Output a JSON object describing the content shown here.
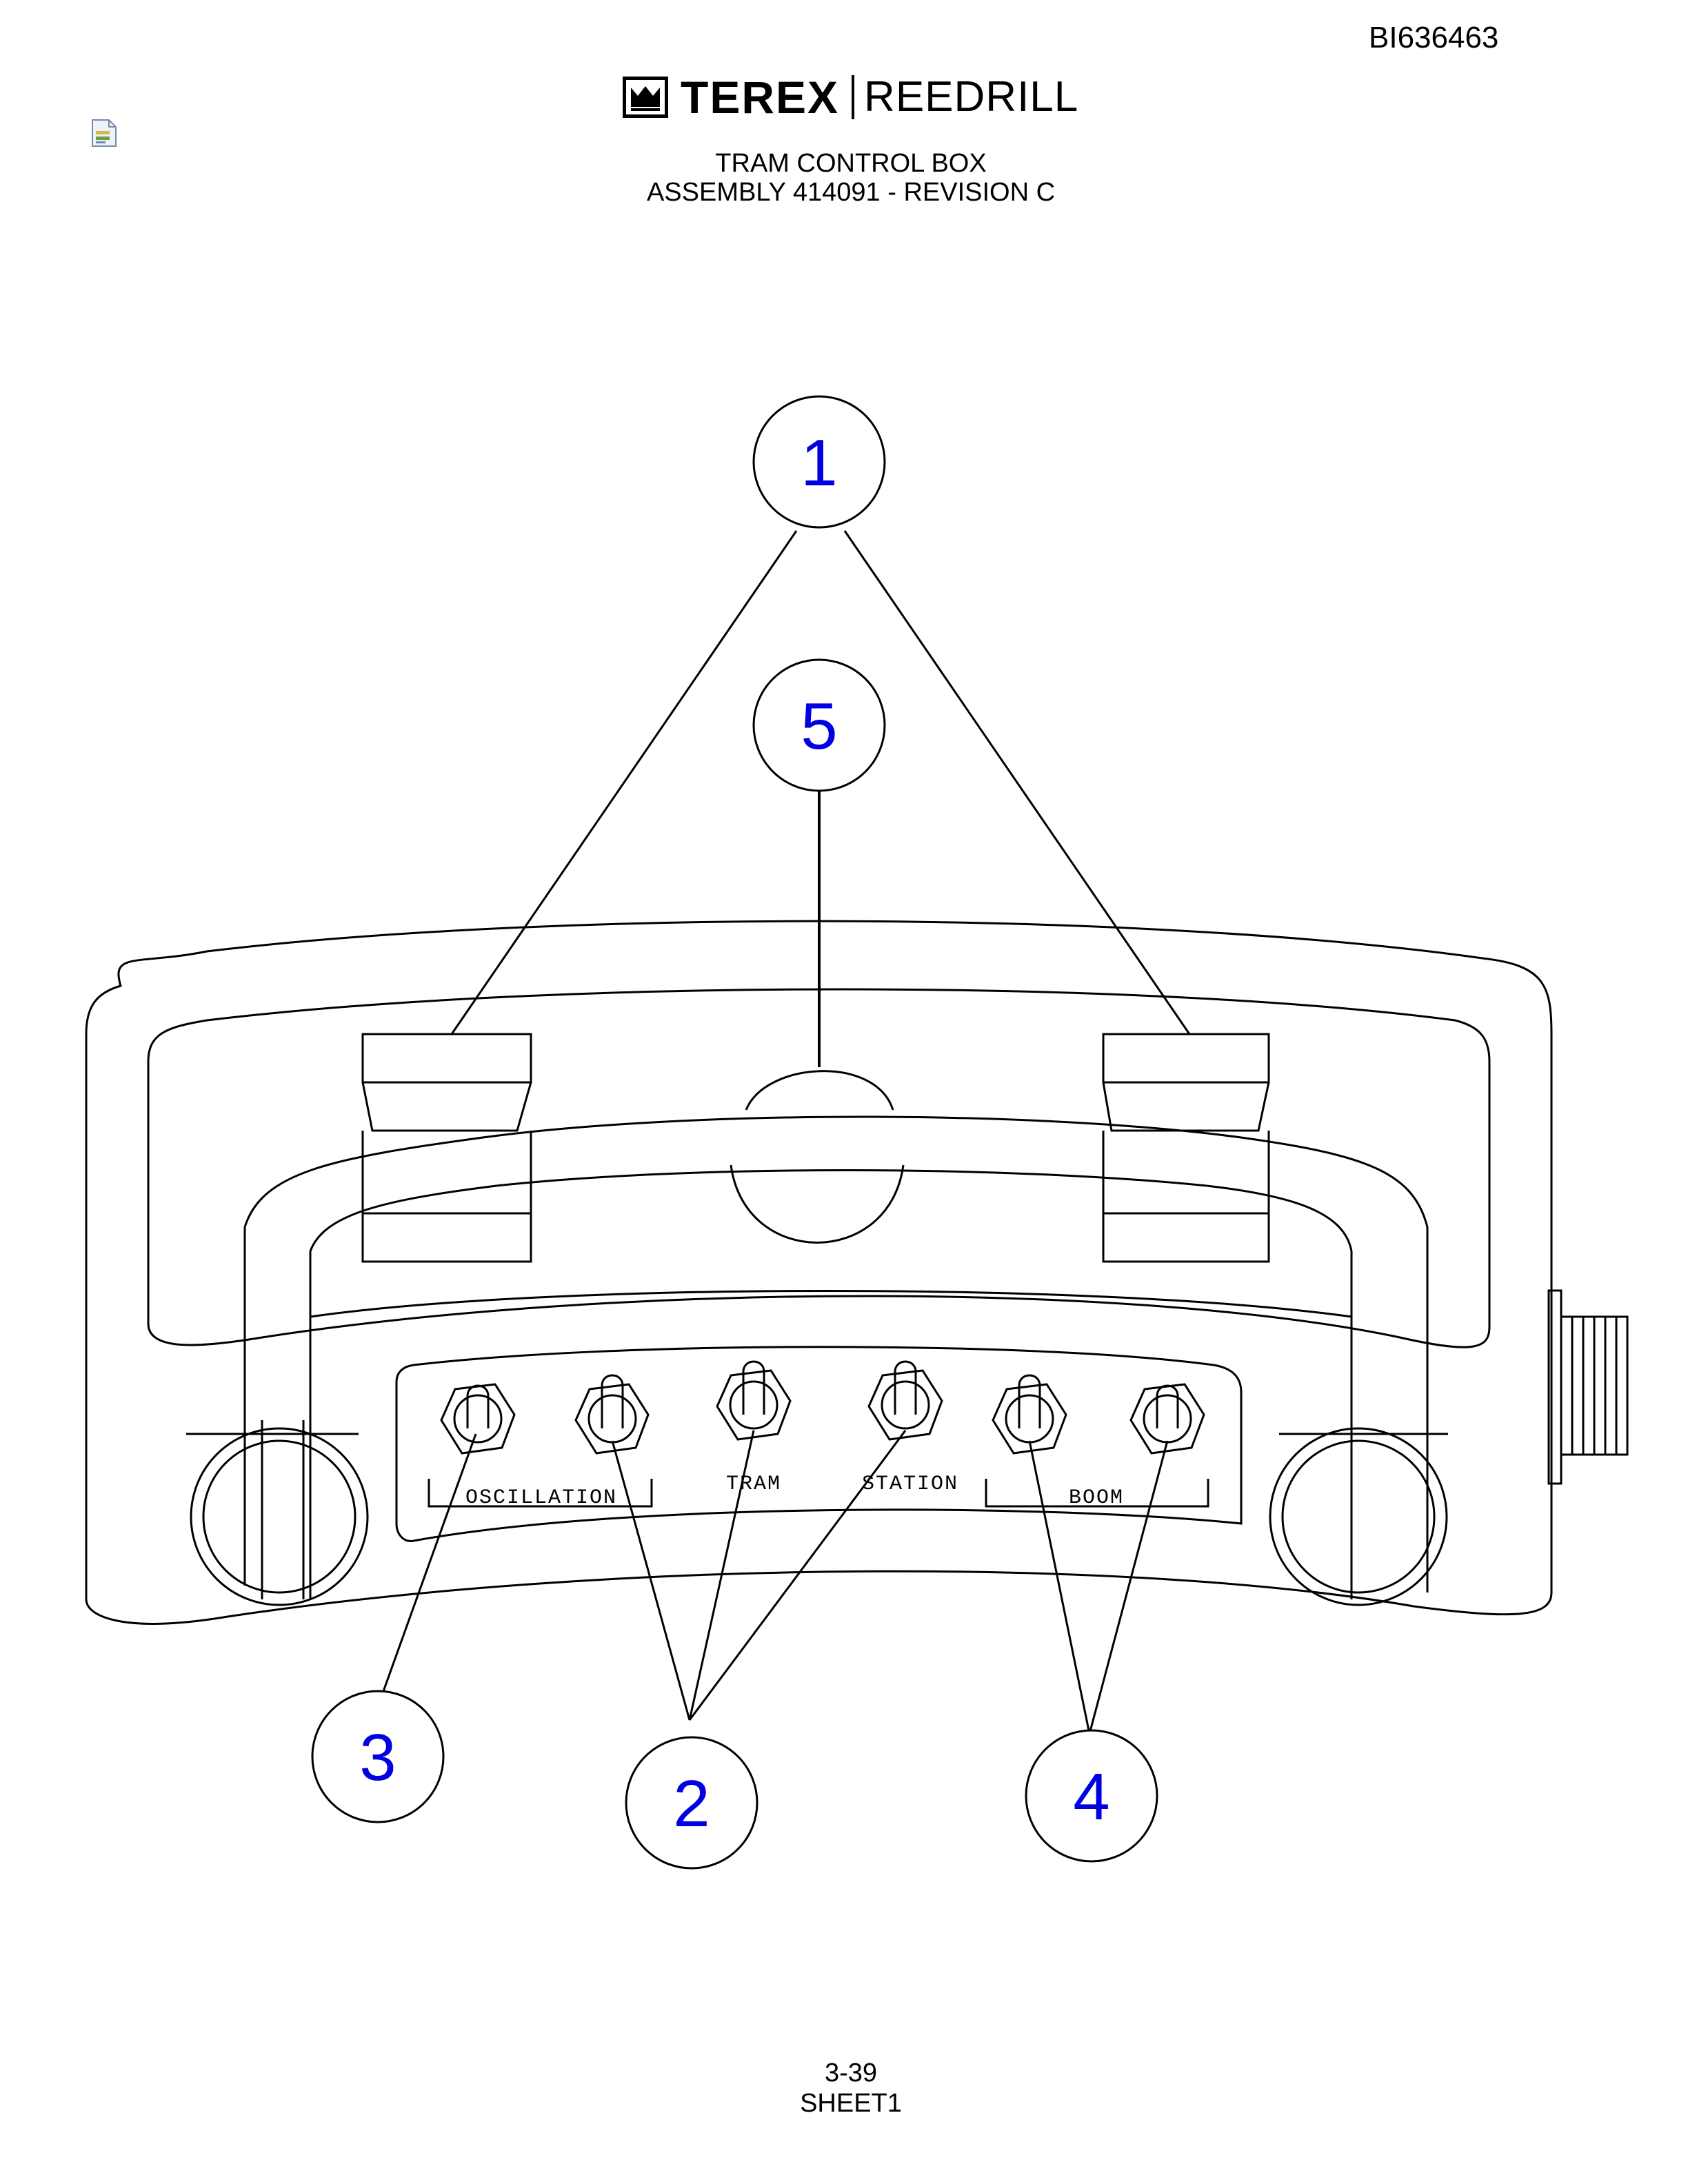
{
  "header": {
    "doc_id": "BI636463",
    "logo_brand": "TEREX",
    "logo_product": "REEDRILL",
    "file_icon": "document-attachment-icon"
  },
  "title": {
    "line1": "TRAM CONTROL BOX",
    "line2": "ASSEMBLY 414091 - REVISION C"
  },
  "diagram": {
    "callouts": [
      "1",
      "5",
      "3",
      "2",
      "4"
    ],
    "panel_labels": [
      "OSCILLATION",
      "TRAM",
      "STATION",
      "BOOM"
    ],
    "callout_color": "#0000e0",
    "line_color": "#000000"
  },
  "footer": {
    "page": "3-39",
    "sheet": "SHEET1"
  }
}
